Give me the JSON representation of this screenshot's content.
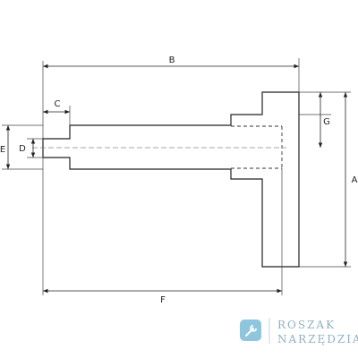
{
  "dimensions": {
    "A": "A",
    "B": "B",
    "C": "C",
    "D": "D",
    "E": "E",
    "F": "F",
    "G": "G"
  },
  "watermark": {
    "line1": "ROSZAK",
    "line2": "NARZĘDZIA",
    "icon": "wrench-icon",
    "accent_color": "#8fc6de",
    "text_color": "#8fb0c4"
  }
}
